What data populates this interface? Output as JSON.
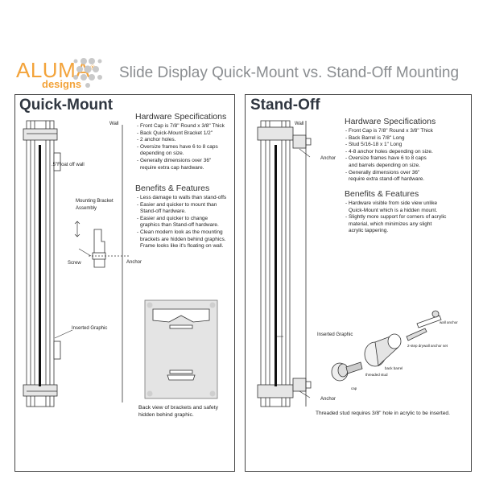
{
  "brand": {
    "name": "ALUMA",
    "trademark": "®",
    "sub": "designs",
    "color": "#f3a33a"
  },
  "title": "Slide Display Quick-Mount vs. Stand-Off Mounting",
  "quick_mount": {
    "heading": "Quick-Mount",
    "wall_label": "Wall",
    "float_label": ".5\"Float off wall",
    "bracket_label_1": "Mounting Bracket",
    "bracket_label_2": "Assembly",
    "screw_label": "Screw",
    "anchor_label": "Anchor",
    "graphic_label": "Inserted Graphic",
    "hardware_heading": "Hardware Specifications",
    "hardware": [
      "- Front Cap is 7/8\" Round x 3/8\" Thick",
      "- Back Quick-Mount Bracket 1/2\"",
      "- 2 anchor holes.",
      "- Oversize frames have 6 to 8 caps",
      "  depending on size.",
      "- Generally dimensions over 36\"",
      "  require extra cap hardware."
    ],
    "benefits_heading": "Benefits & Features",
    "benefits": [
      "- Less damage to walls than stand-offs",
      "- Easier and quicker to mount than",
      "  Stand-off hardware.",
      "- Easier and quicker to change",
      "  graphics than Stand-off hardware.",
      "- Clean modern look as the mounting",
      "  brackets are hidden behind graphics.",
      "  Frame looks like it's floating on wall."
    ],
    "back_caption_1": "Back view of brackets and safety",
    "back_caption_2": "hidden behind graphic."
  },
  "stand_off": {
    "heading": "Stand-Off",
    "wall_label": "Wall",
    "anchor_label_top": "Anchor",
    "anchor_label_bottom": "Anchor",
    "graphic_label": "Inserted Graphic",
    "hardware_heading": "Hardware Specifications",
    "hardware": [
      "- Front Cap is 7/8\" Round x 3/8\" Thick",
      "- Back Barrel is  7/8\" Long",
      "- Stud 5/16-18 x 1\" Long",
      "- 4-8 anchor holes depending on size.",
      "- Oversize frames have 6 to 8 caps",
      "  and barrels depending on size.",
      "- Generally dimensions over 36\"",
      "  require extra stand-off hardware."
    ],
    "benefits_heading": "Benefits & Features",
    "benefits": [
      "- Hardware visible from side view unlike",
      "  Quick-Mount which is a hidden mount.",
      "- Slightly more support for corners of acrylic",
      "  material, which minimizes any slight",
      "  acrylic tappering."
    ],
    "exploded_labels": {
      "wall_anchor": "wall anchor",
      "drywall_anchor": "2-step drywall anchor set",
      "back_barrel": "back barrel",
      "threaded_stud": "threaded stud",
      "cap": "cap"
    },
    "footnote": "Threaded stud requires  3/8\" hole in acrylic to be inserted."
  }
}
